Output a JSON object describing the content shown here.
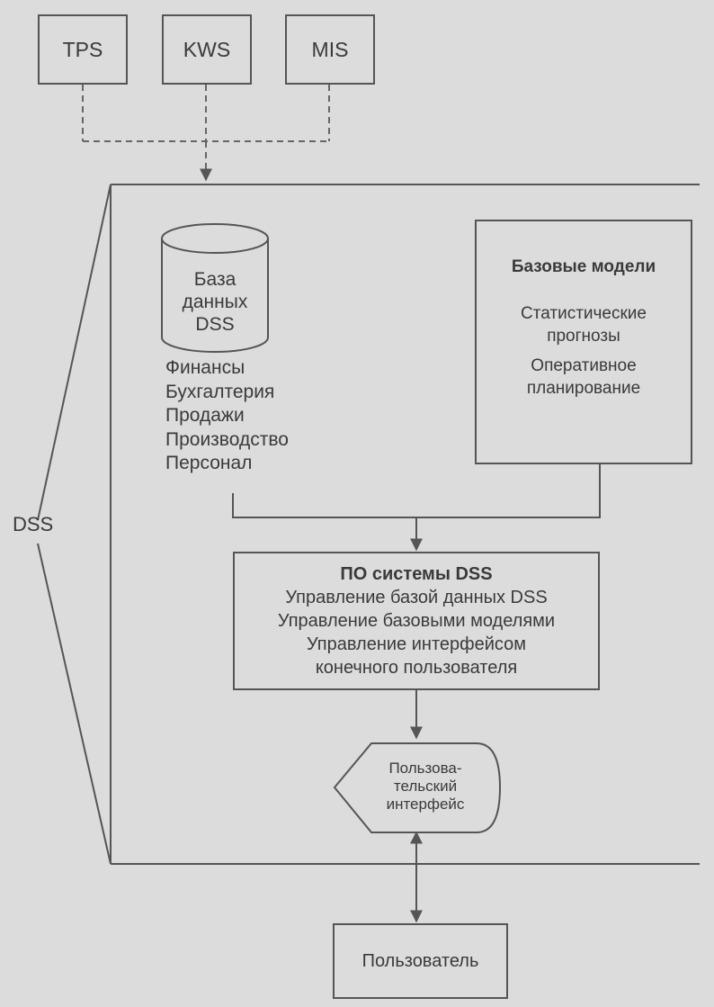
{
  "sources": [
    {
      "label": "TPS"
    },
    {
      "label": "KWS"
    },
    {
      "label": "MIS"
    }
  ],
  "dss_label": "DSS",
  "database": {
    "label_lines": [
      "База",
      "данных",
      "DSS"
    ],
    "areas": [
      "Финансы",
      "Бухгалтерия",
      "Продажи",
      "Производство",
      "Персонал"
    ]
  },
  "models": {
    "title": "Базовые модели",
    "items": [
      [
        "Статистические",
        "прогнозы"
      ],
      [
        "Оперативное",
        "планирование"
      ]
    ]
  },
  "software": {
    "title": "ПО системы DSS",
    "lines": [
      "Управление базой данных DSS",
      "Управление базовыми моделями",
      "Управление интерфейсом",
      "конечного пользователя"
    ]
  },
  "user_interface": {
    "lines": [
      "Пользова-",
      "тельский",
      "интерфейс"
    ]
  },
  "user": {
    "label": "Пользователь"
  }
}
